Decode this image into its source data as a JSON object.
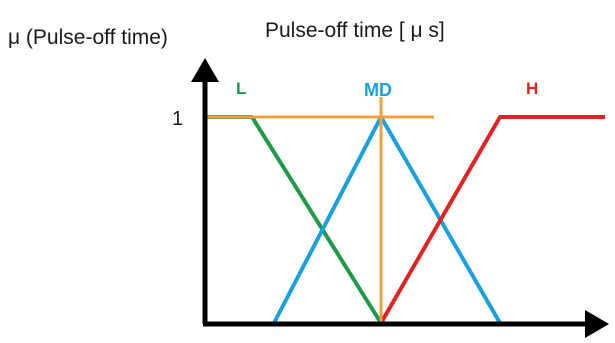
{
  "labels": {
    "y_axis_label": "μ (Pulse-off time)",
    "x_axis_title": "Pulse-off time [ μ s]",
    "y_tick_one": "1"
  },
  "sets": [
    {
      "name": "L",
      "color": "#1f9a4b"
    },
    {
      "name": "MD",
      "color": "#1aa0dc"
    },
    {
      "name": "H",
      "color": "#e02424"
    }
  ],
  "colors": {
    "axis": "#000000",
    "guide": "#f0a040",
    "ink": "#1a1a1a"
  }
}
